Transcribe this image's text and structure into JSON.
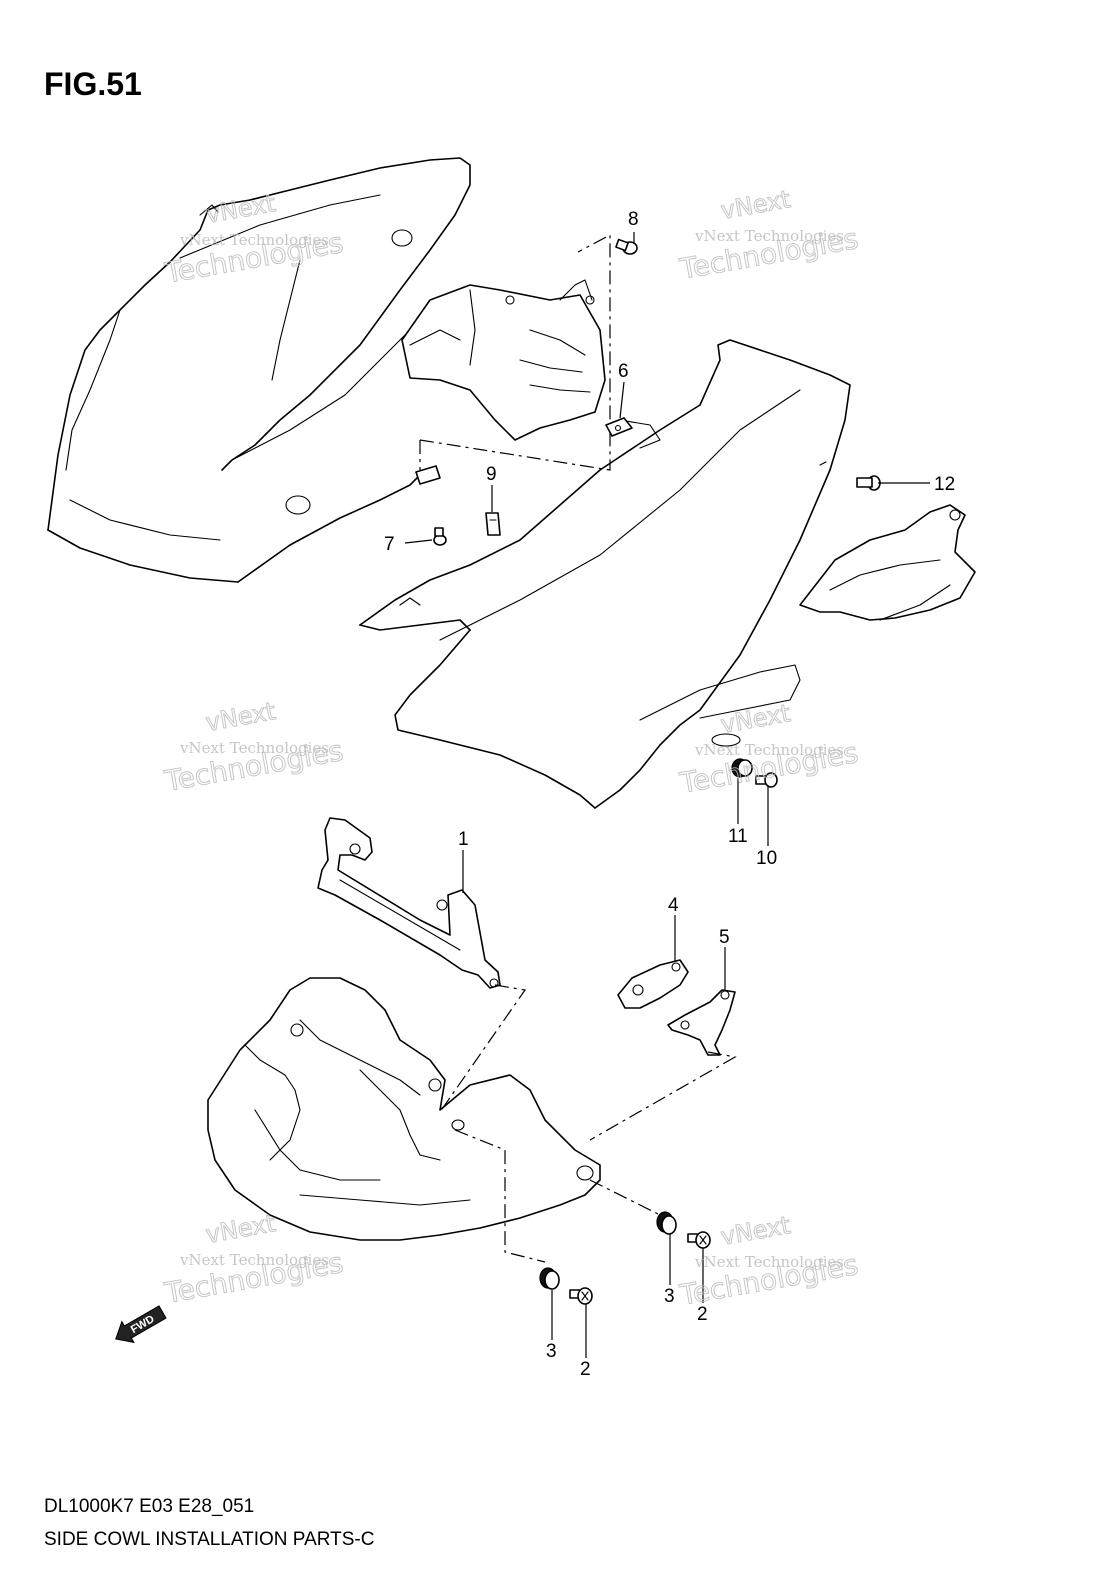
{
  "figure": {
    "title": "FIG.51",
    "code": "DL1000K7 E03 E28_051",
    "name": "SIDE COWL INSTALLATION PARTS-C"
  },
  "callouts": [
    {
      "id": "c1",
      "label": "1"
    },
    {
      "id": "c2a",
      "label": "2"
    },
    {
      "id": "c2b",
      "label": "2"
    },
    {
      "id": "c3a",
      "label": "3"
    },
    {
      "id": "c3b",
      "label": "3"
    },
    {
      "id": "c4",
      "label": "4"
    },
    {
      "id": "c5",
      "label": "5"
    },
    {
      "id": "c6",
      "label": "6"
    },
    {
      "id": "c7",
      "label": "7"
    },
    {
      "id": "c8",
      "label": "8"
    },
    {
      "id": "c9",
      "label": "9"
    },
    {
      "id": "c10",
      "label": "10"
    },
    {
      "id": "c11",
      "label": "11"
    },
    {
      "id": "c12",
      "label": "12"
    }
  ],
  "watermark": {
    "line1": "vNext",
    "line2": "vNext Technologies",
    "line3": "Technologies"
  },
  "fwd_marker": {
    "label": "FWD",
    "icon": "fwd-arrow-icon"
  }
}
